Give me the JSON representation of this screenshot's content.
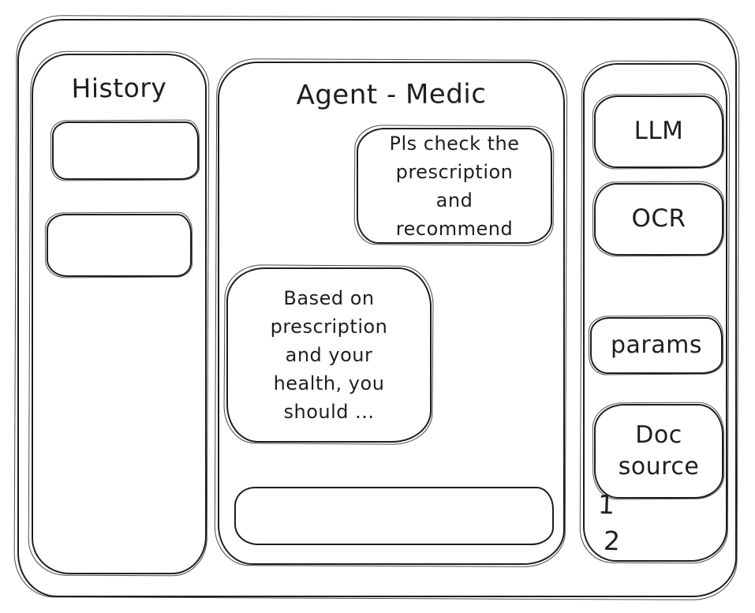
{
  "app": {
    "stroke_color": "#1e1e1e",
    "background_color": "#ffffff"
  },
  "history_panel": {
    "title": "History",
    "items": [
      {
        "label": ""
      },
      {
        "label": ""
      }
    ]
  },
  "chat": {
    "title": "Agent - Medic",
    "messages": [
      {
        "role": "user",
        "text": "Pls check the prescription and recommend"
      },
      {
        "role": "assistant",
        "text": "Based on prescription and your health, you should ..."
      }
    ],
    "input": {
      "value": "",
      "placeholder": ""
    }
  },
  "tools_panel": {
    "buttons": [
      {
        "label": "LLM"
      },
      {
        "label": "OCR"
      },
      {
        "label": "params"
      },
      {
        "label": "Doc source"
      }
    ],
    "footnotes": [
      "1",
      "2"
    ]
  }
}
